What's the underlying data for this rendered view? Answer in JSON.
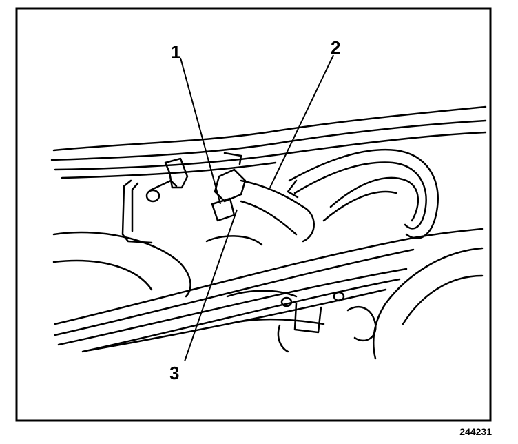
{
  "callouts": [
    {
      "id": "1",
      "label": "1"
    },
    {
      "id": "2",
      "label": "2"
    },
    {
      "id": "3",
      "label": "3"
    }
  ],
  "figure_number": "244231"
}
